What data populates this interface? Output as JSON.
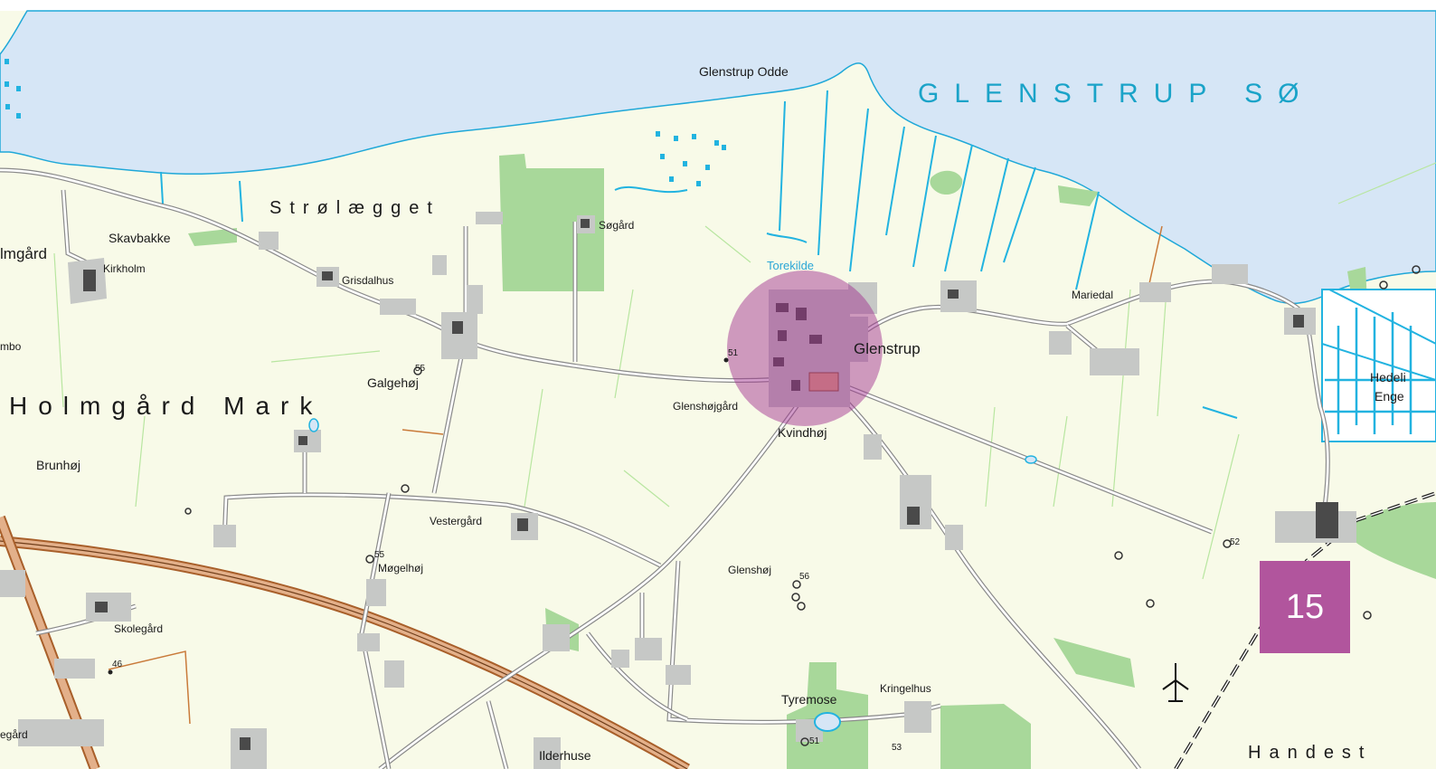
{
  "map": {
    "lake_name": "GLENSTRUP SØ",
    "page_number": "15",
    "colors": {
      "land": "#f8fae8",
      "water": "#d6e6f6",
      "stream": "#22b3e0",
      "green_area": "#a8d89a",
      "highlight": "#a0308f",
      "highway": "#a85f2a",
      "badge": "#b1559d"
    },
    "labels": {
      "glenstrup_odde": "Glenstrup Odde",
      "strolagget": "Strølægget",
      "skavbakke": "Skavbakke",
      "holmgard_partial": "lmgård",
      "kirkholm": "Kirkholm",
      "grisdalhus": "Grisdalhus",
      "sogard": "Søgård",
      "torekilde": "Torekilde",
      "glenstrup": "Glenstrup",
      "mariedal": "Mariedal",
      "hedeli_enge_1": "Hedeli",
      "hedeli_enge_2": "Enge",
      "mbo_partial": "mbo",
      "holmgard_mark": "Holmgård Mark",
      "galgehoj": "Galgehøj",
      "galgehoj_height": "55",
      "glenshojgard": "Glenshøjgård",
      "kvindhoj": "Kvindhøj",
      "height_51": "51",
      "brunhoj": "Brunhøj",
      "vestergard": "Vestergård",
      "mogelhoj": "Møgelhøj",
      "mogelhoj_height": "55",
      "glenshoj": "Glenshøj",
      "glenshoj_height": "56",
      "skolegard": "Skolegård",
      "height_46": "46",
      "tyremose": "Tyremose",
      "kringelhus": "Kringelhus",
      "tyremose_height": "51",
      "kringelhus_height": "53",
      "ilderhuse": "Ilderhuse",
      "egard_partial": "egård",
      "handest_partial": "Handest",
      "height_52": "52"
    }
  }
}
